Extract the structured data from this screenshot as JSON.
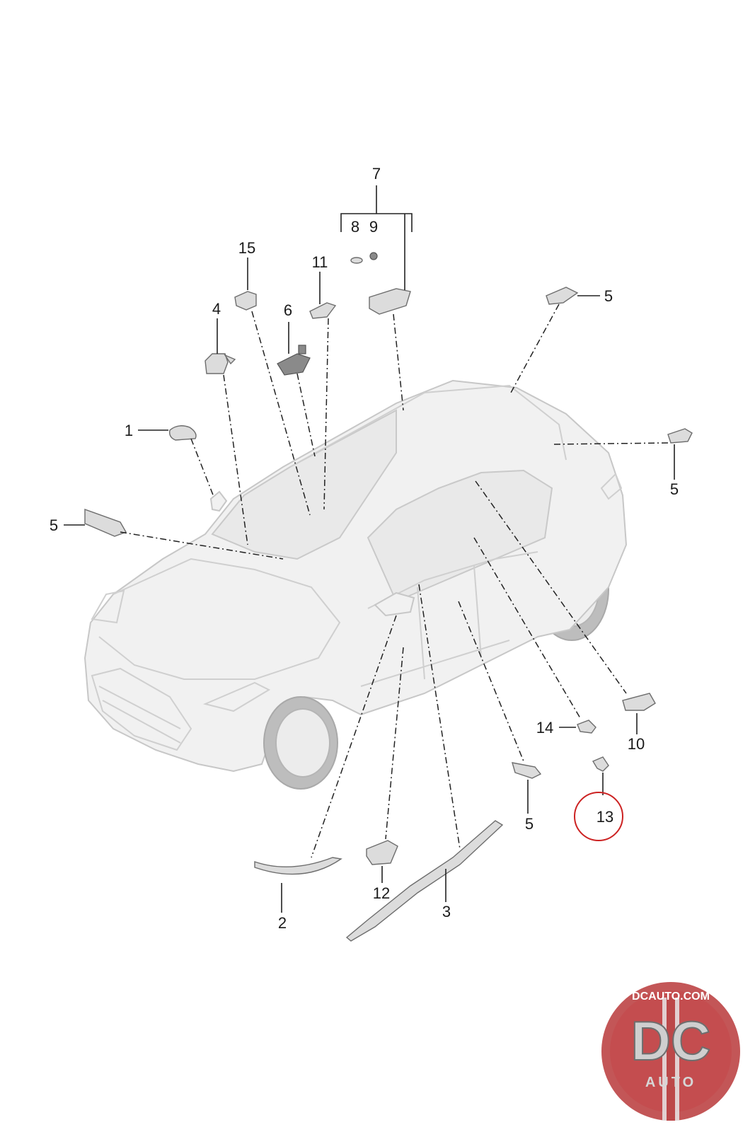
{
  "callouts": {
    "c1": "1",
    "c2": "2",
    "c3": "3",
    "c4": "4",
    "c5a": "5",
    "c5b": "5",
    "c5c": "5",
    "c5d": "5",
    "c6": "6",
    "c7": "7",
    "c8": "8",
    "c9": "9",
    "c10": "10",
    "c11": "11",
    "c12": "12",
    "c13": "13",
    "c14": "14",
    "c15": "15"
  },
  "highlight": {
    "callout": "13",
    "color": "#cc2222"
  },
  "watermark": {
    "top_text": "DCAUTO.COM",
    "letters": "DC",
    "bottom_text": "AUTO",
    "colors": {
      "red": "#b8383a",
      "silver": "#c9c9c9"
    }
  }
}
